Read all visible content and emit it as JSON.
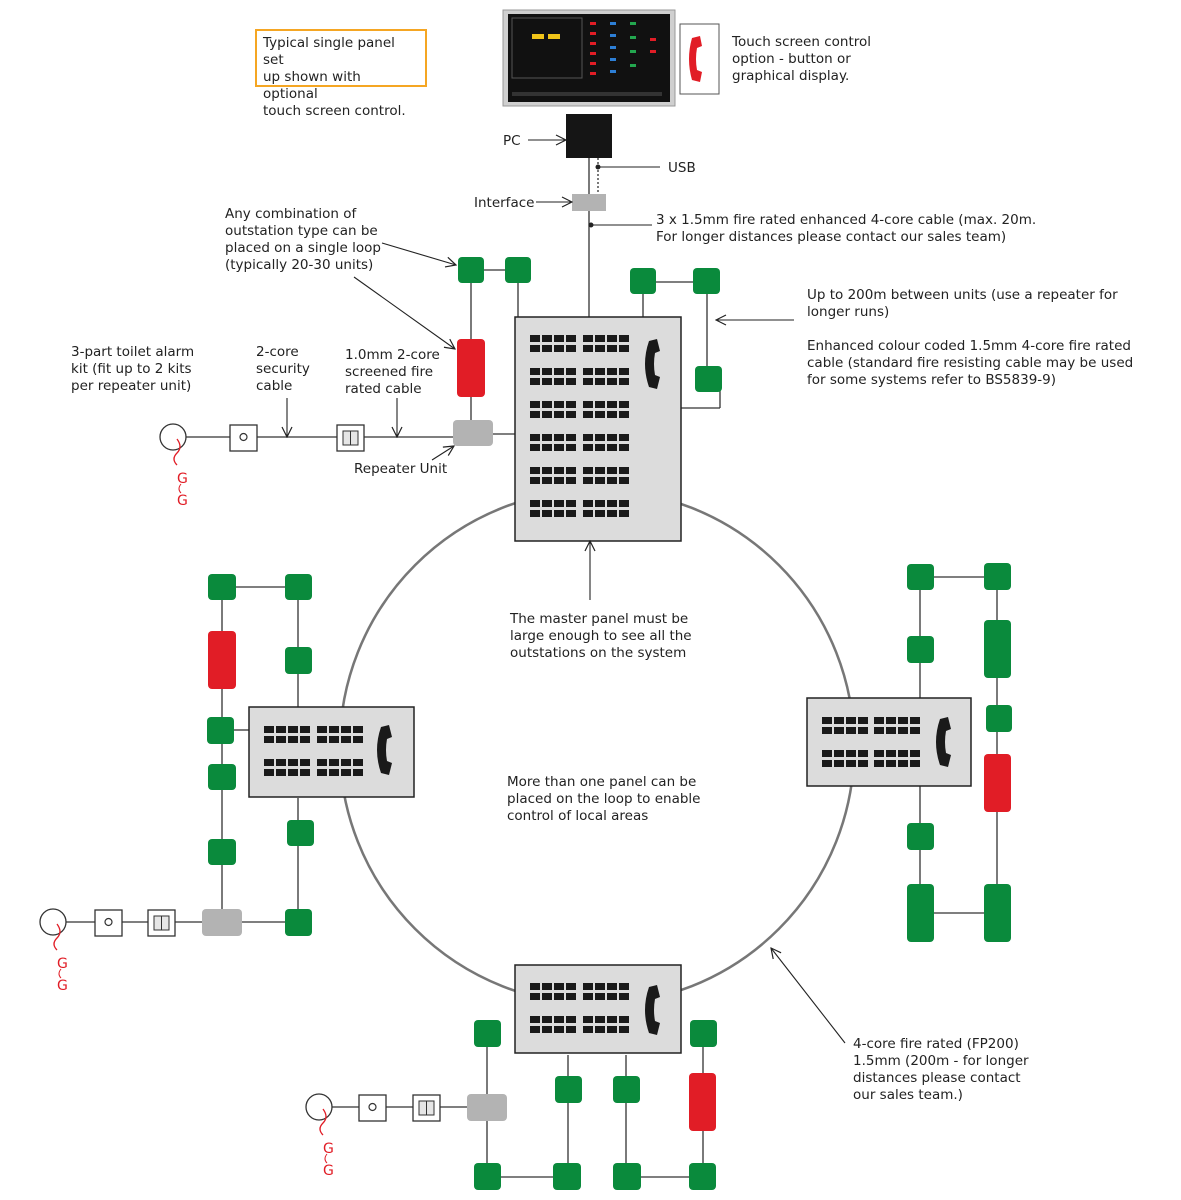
{
  "colors": {
    "outstation": "#0a8a3c",
    "alarm": "#e11d26",
    "repeater": "#b3b3b3",
    "panel": "#dcdcdc",
    "callout_border": "#f5a623"
  },
  "icons": [
    "phone-icon",
    "toilet-alarm-icon",
    "pull-cord-icon",
    "reset-unit-icon",
    "switch-icon"
  ],
  "labels": {
    "callout": [
      "Typical single panel set",
      "up shown with optional",
      "touch screen control."
    ],
    "touch_screen": [
      "Touch screen control",
      "option - button or",
      "graphical display."
    ],
    "pc": "PC",
    "usb": "USB",
    "interface": "Interface",
    "cable_main": [
      "3 x 1.5mm fire rated enhanced 4-core cable (max. 20m.",
      "For longer distances please contact our sales team)"
    ],
    "combination": [
      "Any combination of",
      "outstation type can be",
      "placed on a single loop",
      "(typically 20-30 units)"
    ],
    "distance": [
      "Up to 200m between units (use a repeater for",
      "longer runs)"
    ],
    "enhanced": [
      "Enhanced colour coded 1.5mm 4-core fire rated",
      "cable (standard fire resisting cable may be used",
      "for some systems refer to BS5839-9)"
    ],
    "toilet_kit": [
      "3-part toilet alarm",
      "kit (fit up to 2 kits",
      "per repeater unit)"
    ],
    "security_cable": [
      "2-core",
      "security",
      "cable"
    ],
    "screened_cable": [
      "1.0mm 2-core",
      "screened fire",
      "rated cable"
    ],
    "repeater_unit": "Repeater Unit",
    "master_panel": [
      "The master panel must be",
      "large enough to see all the",
      "outstations on the system"
    ],
    "more_panels": [
      "More than one panel can be",
      "placed on the loop to enable",
      "control of local areas"
    ],
    "fp200": [
      "4-core fire rated (FP200)",
      "1.5mm (200m - for longer",
      "distances please contact",
      "our sales team.)"
    ],
    "g_mark": "G"
  }
}
